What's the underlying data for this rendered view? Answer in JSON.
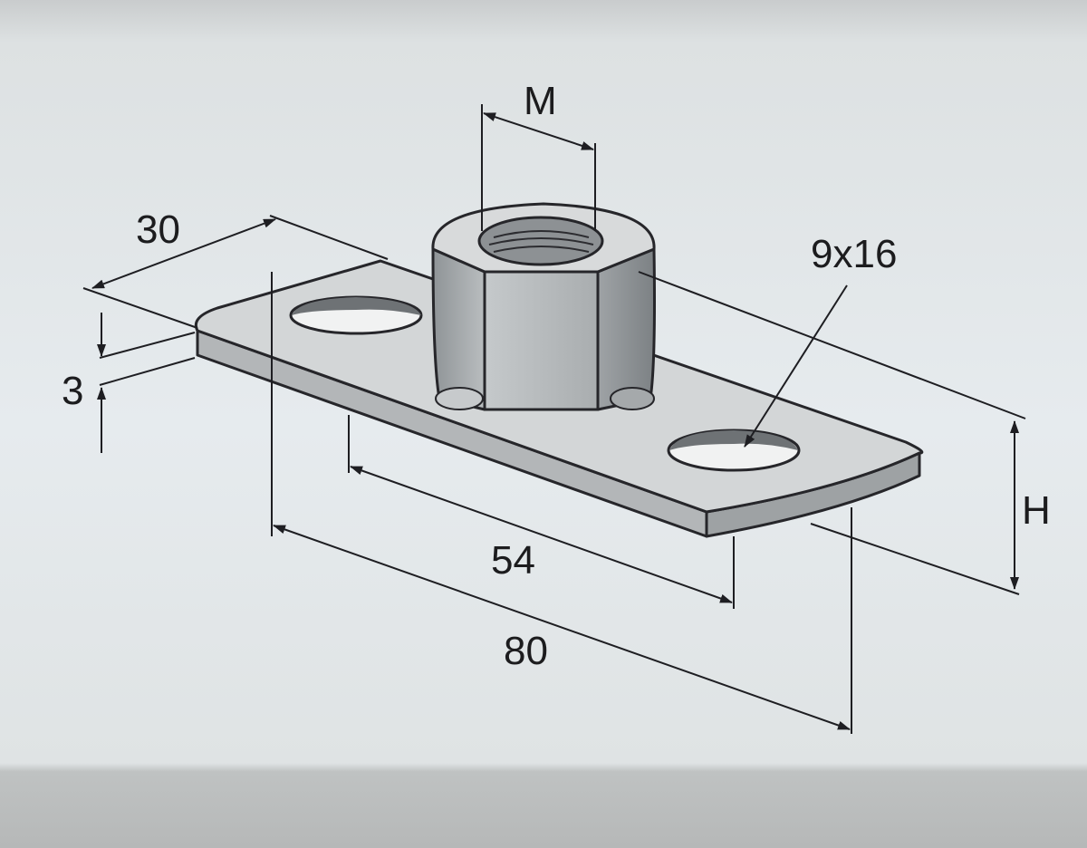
{
  "diagram": {
    "labels": {
      "thread": "M",
      "width": "30",
      "slot": "9x16",
      "thickness": "3",
      "height": "H",
      "hole_spacing": "54",
      "length": "80"
    },
    "colors": {
      "screen_bg": "#e4e8ea",
      "plate_top": "#c9cccd",
      "plate_side": "#a9acae",
      "nut_face": "#b4b8ba",
      "line": "#1e1e22"
    }
  }
}
